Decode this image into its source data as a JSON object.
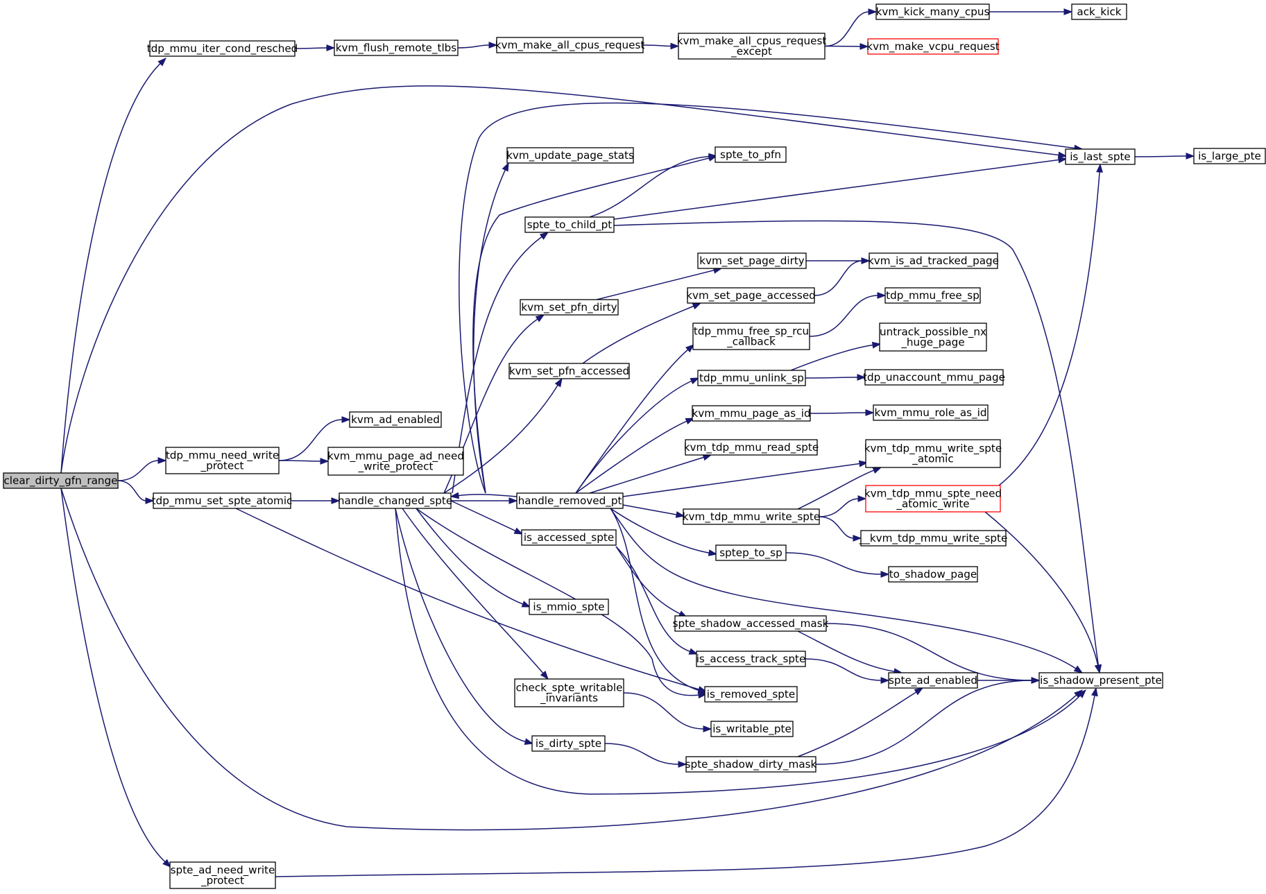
{
  "colors": {
    "edge": "#191970",
    "root_fill": "#bfbfbf",
    "truncated_border": "#ff0000",
    "node_border": "#000000"
  },
  "root": "clear_dirty_gfn_range",
  "nodes": {
    "clear_dirty_gfn_range": {
      "lines": [
        "clear_dirty_gfn_range"
      ],
      "style": "root"
    },
    "tdp_mmu_iter_cond_resched": {
      "lines": [
        "tdp_mmu_iter_cond_resched"
      ]
    },
    "kvm_flush_remote_tlbs": {
      "lines": [
        "kvm_flush_remote_tlbs"
      ]
    },
    "kvm_make_all_cpus_request": {
      "lines": [
        "kvm_make_all_cpus_request"
      ]
    },
    "kvm_make_all_cpus_request_except": {
      "lines": [
        "kvm_make_all_cpus_request",
        "_except"
      ]
    },
    "kvm_kick_many_cpus": {
      "lines": [
        "kvm_kick_many_cpus"
      ]
    },
    "ack_kick": {
      "lines": [
        "ack_kick"
      ]
    },
    "kvm_make_vcpu_request": {
      "lines": [
        "kvm_make_vcpu_request"
      ],
      "style": "truncated"
    },
    "is_last_spte": {
      "lines": [
        "is_last_spte"
      ]
    },
    "is_large_pte": {
      "lines": [
        "is_large_pte"
      ]
    },
    "kvm_update_page_stats": {
      "lines": [
        "kvm_update_page_stats"
      ]
    },
    "spte_to_pfn": {
      "lines": [
        "spte_to_pfn"
      ]
    },
    "spte_to_child_pt": {
      "lines": [
        "spte_to_child_pt"
      ]
    },
    "kvm_set_page_dirty": {
      "lines": [
        "kvm_set_page_dirty"
      ]
    },
    "kvm_is_ad_tracked_page": {
      "lines": [
        "kvm_is_ad_tracked_page"
      ]
    },
    "kvm_set_pfn_dirty": {
      "lines": [
        "kvm_set_pfn_dirty"
      ]
    },
    "kvm_set_page_accessed": {
      "lines": [
        "kvm_set_page_accessed"
      ]
    },
    "tdp_mmu_free_sp": {
      "lines": [
        "tdp_mmu_free_sp"
      ]
    },
    "tdp_mmu_free_sp_rcu_callback": {
      "lines": [
        "tdp_mmu_free_sp_rcu",
        "_callback"
      ]
    },
    "untrack_possible_nx_huge_page": {
      "lines": [
        "untrack_possible_nx",
        "_huge_page"
      ]
    },
    "kvm_set_pfn_accessed": {
      "lines": [
        "kvm_set_pfn_accessed"
      ]
    },
    "tdp_mmu_unlink_sp": {
      "lines": [
        "tdp_mmu_unlink_sp"
      ]
    },
    "tdp_unaccount_mmu_page": {
      "lines": [
        "tdp_unaccount_mmu_page"
      ]
    },
    "kvm_ad_enabled": {
      "lines": [
        "kvm_ad_enabled"
      ]
    },
    "kvm_mmu_page_as_id": {
      "lines": [
        "kvm_mmu_page_as_id"
      ]
    },
    "kvm_mmu_role_as_id": {
      "lines": [
        "kvm_mmu_role_as_id"
      ]
    },
    "tdp_mmu_need_write_protect": {
      "lines": [
        "tdp_mmu_need_write",
        "_protect"
      ]
    },
    "kvm_mmu_page_ad_need_write_protect": {
      "lines": [
        "kvm_mmu_page_ad_need",
        "_write_protect"
      ]
    },
    "kvm_tdp_mmu_read_spte": {
      "lines": [
        "kvm_tdp_mmu_read_spte"
      ]
    },
    "kvm_tdp_mmu_write_spte_atomic": {
      "lines": [
        "kvm_tdp_mmu_write_spte",
        "_atomic"
      ]
    },
    "tdp_mmu_set_spte_atomic": {
      "lines": [
        "tdp_mmu_set_spte_atomic"
      ]
    },
    "handle_changed_spte": {
      "lines": [
        "handle_changed_spte"
      ]
    },
    "handle_removed_pt": {
      "lines": [
        "handle_removed_pt"
      ]
    },
    "kvm_tdp_mmu_spte_need_atomic_write": {
      "lines": [
        "kvm_tdp_mmu_spte_need",
        "_atomic_write"
      ],
      "style": "truncated"
    },
    "kvm_tdp_mmu_write_spte": {
      "lines": [
        "kvm_tdp_mmu_write_spte"
      ]
    },
    "is_accessed_spte": {
      "lines": [
        "is_accessed_spte"
      ]
    },
    "__kvm_tdp_mmu_write_spte": {
      "lines": [
        "__kvm_tdp_mmu_write_spte"
      ]
    },
    "sptep_to_sp": {
      "lines": [
        "sptep_to_sp"
      ]
    },
    "to_shadow_page": {
      "lines": [
        "to_shadow_page"
      ]
    },
    "is_mmio_spte": {
      "lines": [
        "is_mmio_spte"
      ]
    },
    "spte_shadow_accessed_mask": {
      "lines": [
        "spte_shadow_accessed_mask"
      ]
    },
    "is_access_track_spte": {
      "lines": [
        "is_access_track_spte"
      ]
    },
    "spte_ad_enabled": {
      "lines": [
        "spte_ad_enabled"
      ]
    },
    "is_shadow_present_pte": {
      "lines": [
        "is_shadow_present_pte"
      ]
    },
    "check_spte_writable_invariants": {
      "lines": [
        "check_spte_writable",
        "_invariants"
      ]
    },
    "is_removed_spte": {
      "lines": [
        "is_removed_spte"
      ]
    },
    "is_writable_pte": {
      "lines": [
        "is_writable_pte"
      ]
    },
    "is_dirty_spte": {
      "lines": [
        "is_dirty_spte"
      ]
    },
    "spte_shadow_dirty_mask": {
      "lines": [
        "spte_shadow_dirty_mask"
      ]
    },
    "spte_ad_need_write_protect": {
      "lines": [
        "spte_ad_need_write",
        "_protect"
      ]
    }
  },
  "edges": [
    [
      "clear_dirty_gfn_range",
      "tdp_mmu_iter_cond_resched"
    ],
    [
      "clear_dirty_gfn_range",
      "is_last_spte"
    ],
    [
      "clear_dirty_gfn_range",
      "tdp_mmu_need_write_protect"
    ],
    [
      "clear_dirty_gfn_range",
      "tdp_mmu_set_spte_atomic"
    ],
    [
      "clear_dirty_gfn_range",
      "is_shadow_present_pte"
    ],
    [
      "clear_dirty_gfn_range",
      "spte_ad_need_write_protect"
    ],
    [
      "tdp_mmu_iter_cond_resched",
      "kvm_flush_remote_tlbs"
    ],
    [
      "kvm_flush_remote_tlbs",
      "kvm_make_all_cpus_request"
    ],
    [
      "kvm_make_all_cpus_request",
      "kvm_make_all_cpus_request_except"
    ],
    [
      "kvm_make_all_cpus_request_except",
      "kvm_kick_many_cpus"
    ],
    [
      "kvm_make_all_cpus_request_except",
      "kvm_make_vcpu_request"
    ],
    [
      "kvm_kick_many_cpus",
      "ack_kick"
    ],
    [
      "is_last_spte",
      "is_large_pte"
    ],
    [
      "tdp_mmu_need_write_protect",
      "kvm_ad_enabled"
    ],
    [
      "tdp_mmu_need_write_protect",
      "kvm_mmu_page_ad_need_write_protect"
    ],
    [
      "tdp_mmu_set_spte_atomic",
      "handle_changed_spte"
    ],
    [
      "tdp_mmu_set_spte_atomic",
      "is_removed_spte"
    ],
    [
      "handle_changed_spte",
      "is_last_spte"
    ],
    [
      "handle_changed_spte",
      "kvm_update_page_stats"
    ],
    [
      "handle_changed_spte",
      "spte_to_pfn"
    ],
    [
      "handle_changed_spte",
      "spte_to_child_pt"
    ],
    [
      "handle_changed_spte",
      "kvm_set_pfn_dirty"
    ],
    [
      "handle_changed_spte",
      "kvm_set_pfn_accessed"
    ],
    [
      "handle_changed_spte",
      "handle_removed_pt"
    ],
    [
      "handle_changed_spte",
      "is_accessed_spte"
    ],
    [
      "handle_changed_spte",
      "is_mmio_spte"
    ],
    [
      "handle_changed_spte",
      "check_spte_writable_invariants"
    ],
    [
      "handle_changed_spte",
      "is_removed_spte"
    ],
    [
      "handle_changed_spte",
      "is_dirty_spte"
    ],
    [
      "handle_changed_spte",
      "is_shadow_present_pte"
    ],
    [
      "handle_removed_pt",
      "handle_changed_spte"
    ],
    [
      "handle_removed_pt",
      "tdp_mmu_free_sp_rcu_callback"
    ],
    [
      "handle_removed_pt",
      "tdp_mmu_unlink_sp"
    ],
    [
      "handle_removed_pt",
      "kvm_mmu_page_as_id"
    ],
    [
      "handle_removed_pt",
      "kvm_tdp_mmu_read_spte"
    ],
    [
      "handle_removed_pt",
      "kvm_tdp_mmu_write_spte_atomic"
    ],
    [
      "handle_removed_pt",
      "kvm_tdp_mmu_write_spte"
    ],
    [
      "handle_removed_pt",
      "sptep_to_sp"
    ],
    [
      "handle_removed_pt",
      "is_removed_spte"
    ],
    [
      "handle_removed_pt",
      "is_shadow_present_pte"
    ],
    [
      "spte_to_child_pt",
      "spte_to_pfn"
    ],
    [
      "spte_to_child_pt",
      "is_last_spte"
    ],
    [
      "spte_to_child_pt",
      "is_shadow_present_pte"
    ],
    [
      "kvm_set_pfn_dirty",
      "kvm_set_page_dirty"
    ],
    [
      "kvm_set_pfn_accessed",
      "kvm_set_page_accessed"
    ],
    [
      "kvm_set_page_dirty",
      "kvm_is_ad_tracked_page"
    ],
    [
      "kvm_set_page_accessed",
      "kvm_is_ad_tracked_page"
    ],
    [
      "tdp_mmu_free_sp_rcu_callback",
      "tdp_mmu_free_sp"
    ],
    [
      "tdp_mmu_unlink_sp",
      "untrack_possible_nx_huge_page"
    ],
    [
      "tdp_mmu_unlink_sp",
      "tdp_unaccount_mmu_page"
    ],
    [
      "kvm_mmu_page_as_id",
      "kvm_mmu_role_as_id"
    ],
    [
      "kvm_tdp_mmu_write_spte",
      "kvm_tdp_mmu_write_spte_atomic"
    ],
    [
      "kvm_tdp_mmu_write_spte",
      "kvm_tdp_mmu_spte_need_atomic_write"
    ],
    [
      "kvm_tdp_mmu_write_spte",
      "__kvm_tdp_mmu_write_spte"
    ],
    [
      "kvm_tdp_mmu_spte_need_atomic_write",
      "is_last_spte"
    ],
    [
      "kvm_tdp_mmu_spte_need_atomic_write",
      "is_shadow_present_pte"
    ],
    [
      "sptep_to_sp",
      "to_shadow_page"
    ],
    [
      "is_accessed_spte",
      "spte_shadow_accessed_mask"
    ],
    [
      "is_accessed_spte",
      "is_access_track_spte"
    ],
    [
      "spte_shadow_accessed_mask",
      "spte_ad_enabled"
    ],
    [
      "spte_shadow_accessed_mask",
      "is_shadow_present_pte"
    ],
    [
      "is_access_track_spte",
      "spte_ad_enabled"
    ],
    [
      "spte_ad_enabled",
      "is_shadow_present_pte"
    ],
    [
      "check_spte_writable_invariants",
      "is_writable_pte"
    ],
    [
      "is_dirty_spte",
      "spte_shadow_dirty_mask"
    ],
    [
      "spte_shadow_dirty_mask",
      "spte_ad_enabled"
    ],
    [
      "spte_shadow_dirty_mask",
      "is_shadow_present_pte"
    ],
    [
      "spte_ad_need_write_protect",
      "is_shadow_present_pte"
    ]
  ]
}
